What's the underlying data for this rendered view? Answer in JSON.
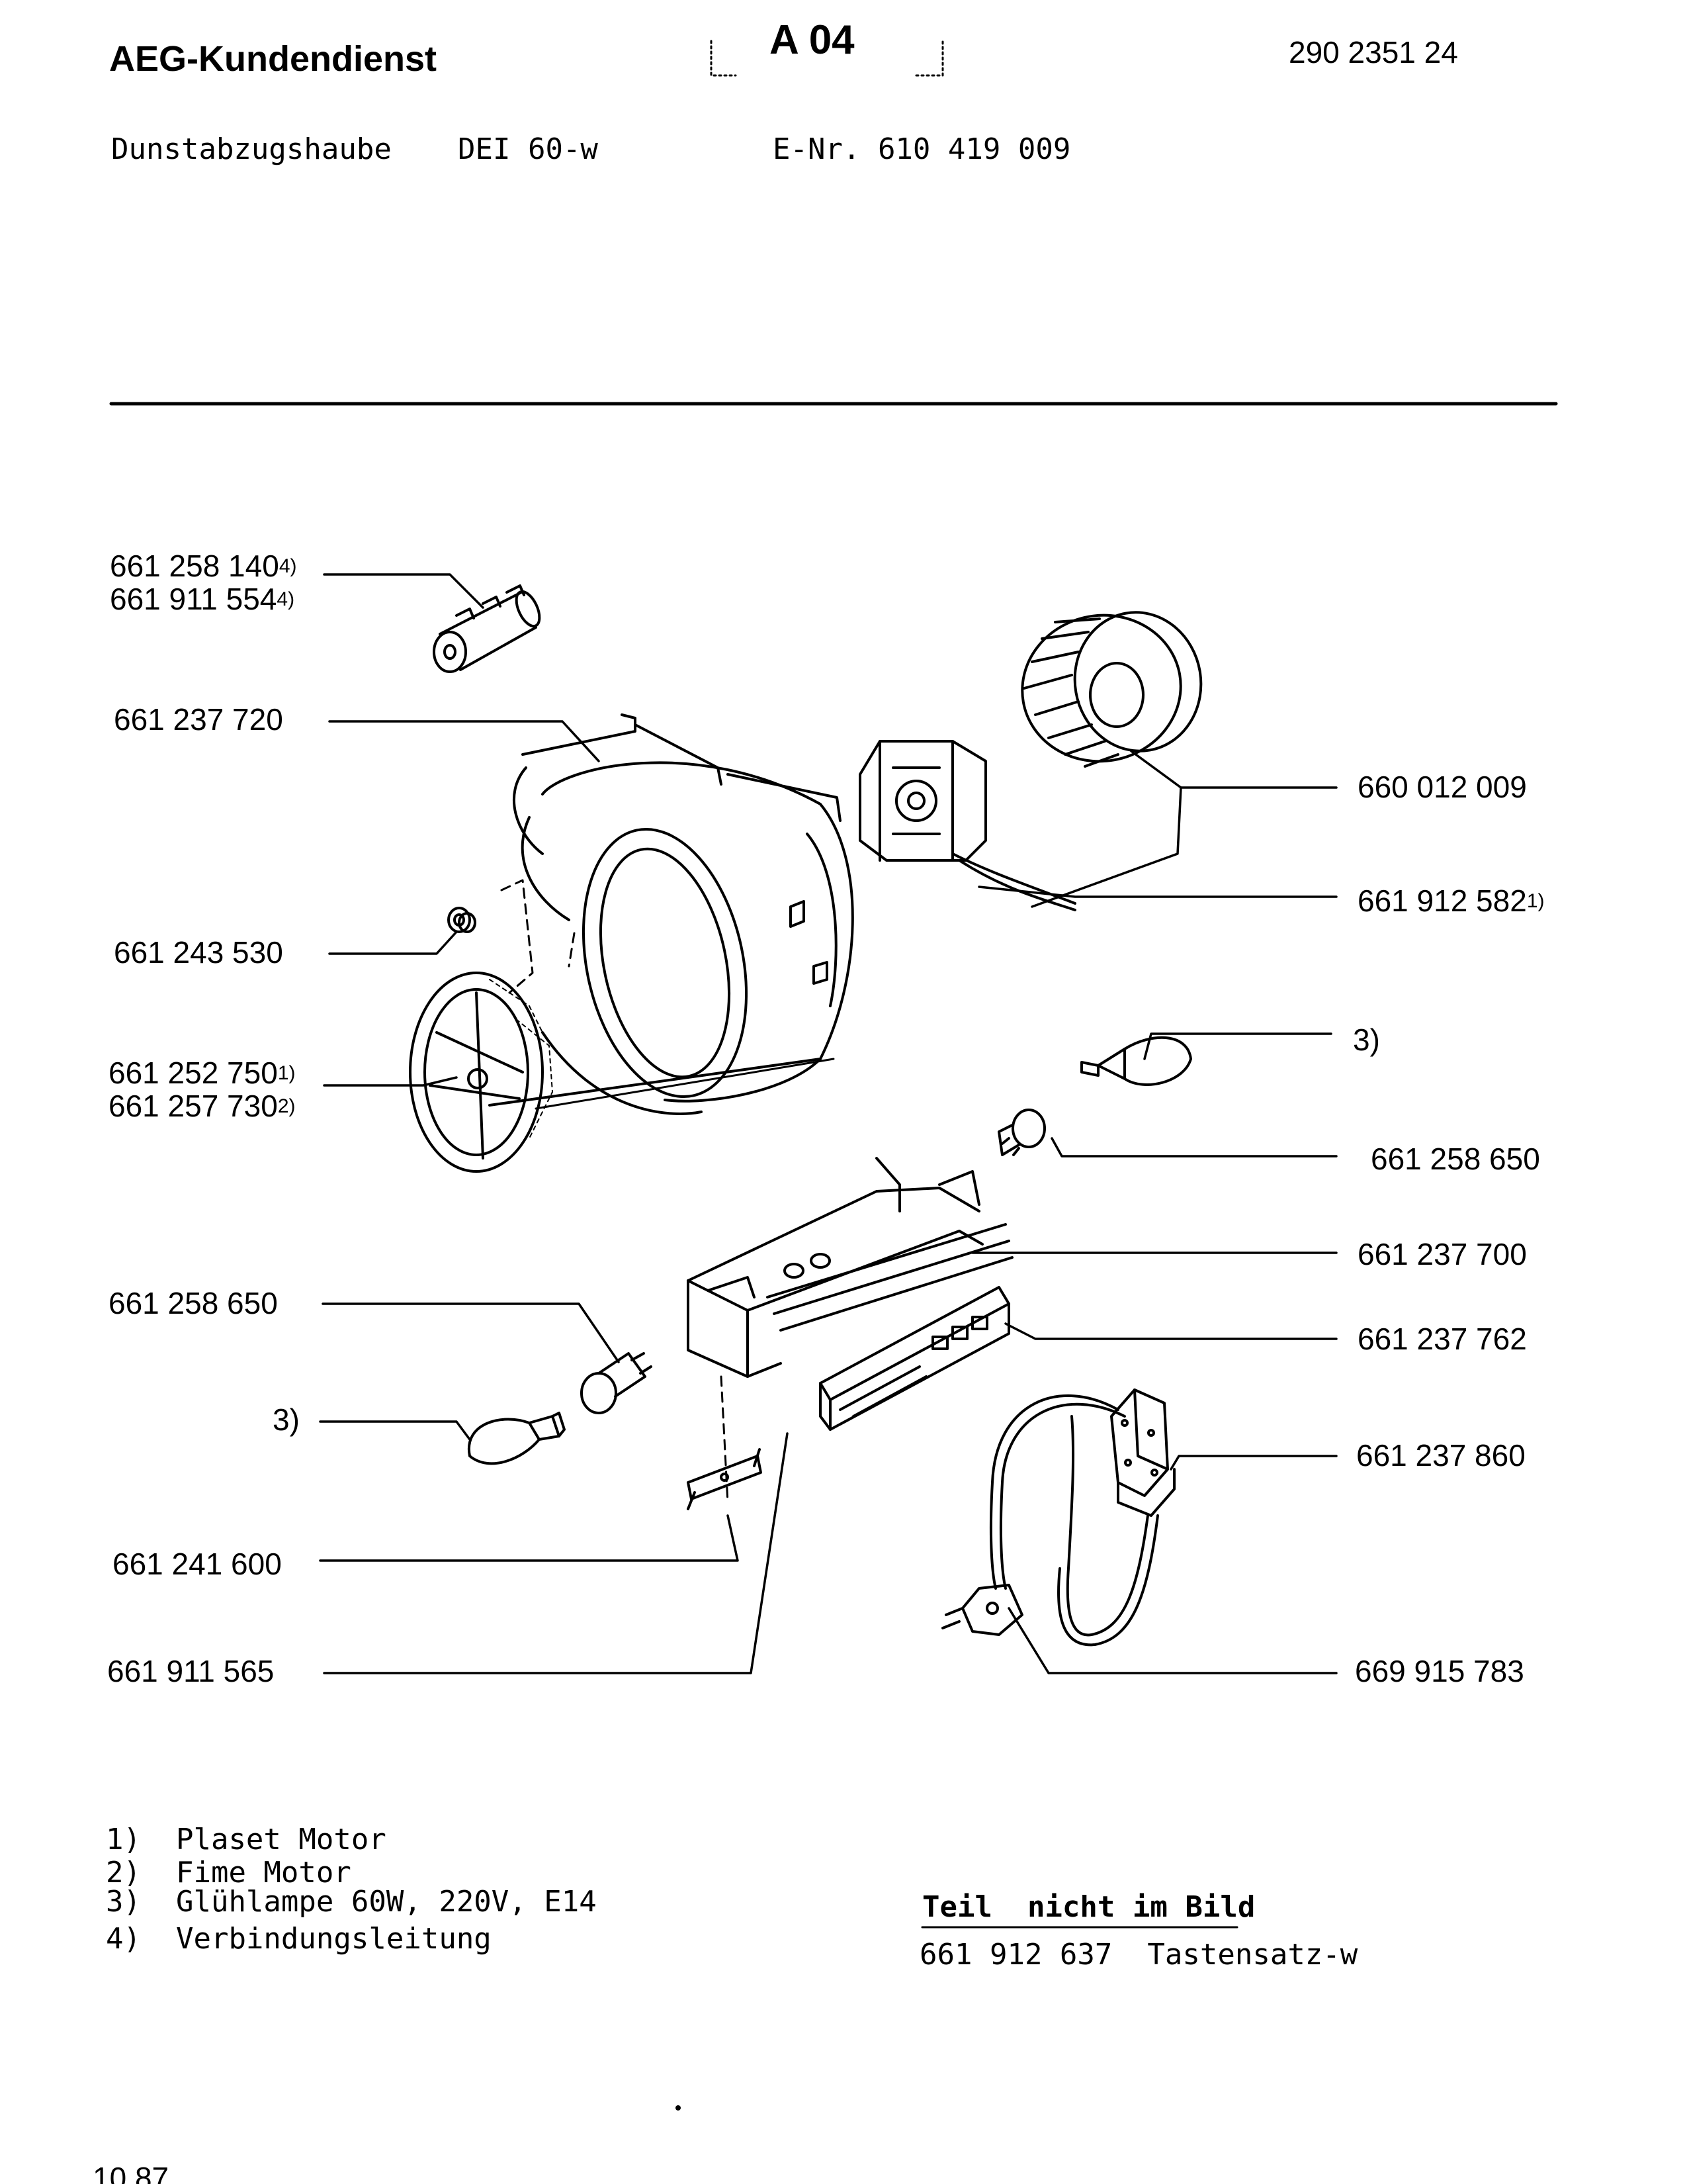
{
  "header": {
    "brand": "AEG-Kundendienst",
    "section_code": "A 04",
    "doc_number": "290 2351 24"
  },
  "product": {
    "type": "Dunstabzugshaube",
    "model": "DEI 60-w",
    "enr": "E-Nr. 610 419 009"
  },
  "callouts": {
    "connector_a": "661 258 140",
    "connector_a_note": "4)",
    "connector_b": "661 911 554",
    "connector_b_note": "4)",
    "housing": "661 237 720",
    "grommet": "661 243 530",
    "motor_plate_a": "661 252 750",
    "motor_plate_a_note": "1)",
    "motor_plate_b": "661 257 730",
    "motor_plate_b_note": "2)",
    "lampholder_left": "661 258 650",
    "bulb_left": "3)",
    "bracket": "661 241 600",
    "switch_left": "661 911 565",
    "fan_wheel": "660 012 009",
    "motor": "661 912 582",
    "motor_note": "1)",
    "bulb_right": "3)",
    "lampholder_right": "661 258 650",
    "base_frame": "661 237 700",
    "control_panel": "661 237 762",
    "junction_box": "661 237 860",
    "mains_cable": "669 915 783"
  },
  "footnotes": [
    {
      "num": "1)",
      "text": "Plaset Motor"
    },
    {
      "num": "2)",
      "text": "Fime Motor"
    },
    {
      "num": "3)",
      "text": "Glühlampe 60W, 220V, E14"
    },
    {
      "num": "4)",
      "text": "Verbindungsleitung"
    }
  ],
  "not_shown": {
    "heading": "Teil  nicht im Bild",
    "part_number": "661 912 637",
    "part_name": "Tastensatz-w"
  },
  "footer": {
    "date": "10.87"
  }
}
